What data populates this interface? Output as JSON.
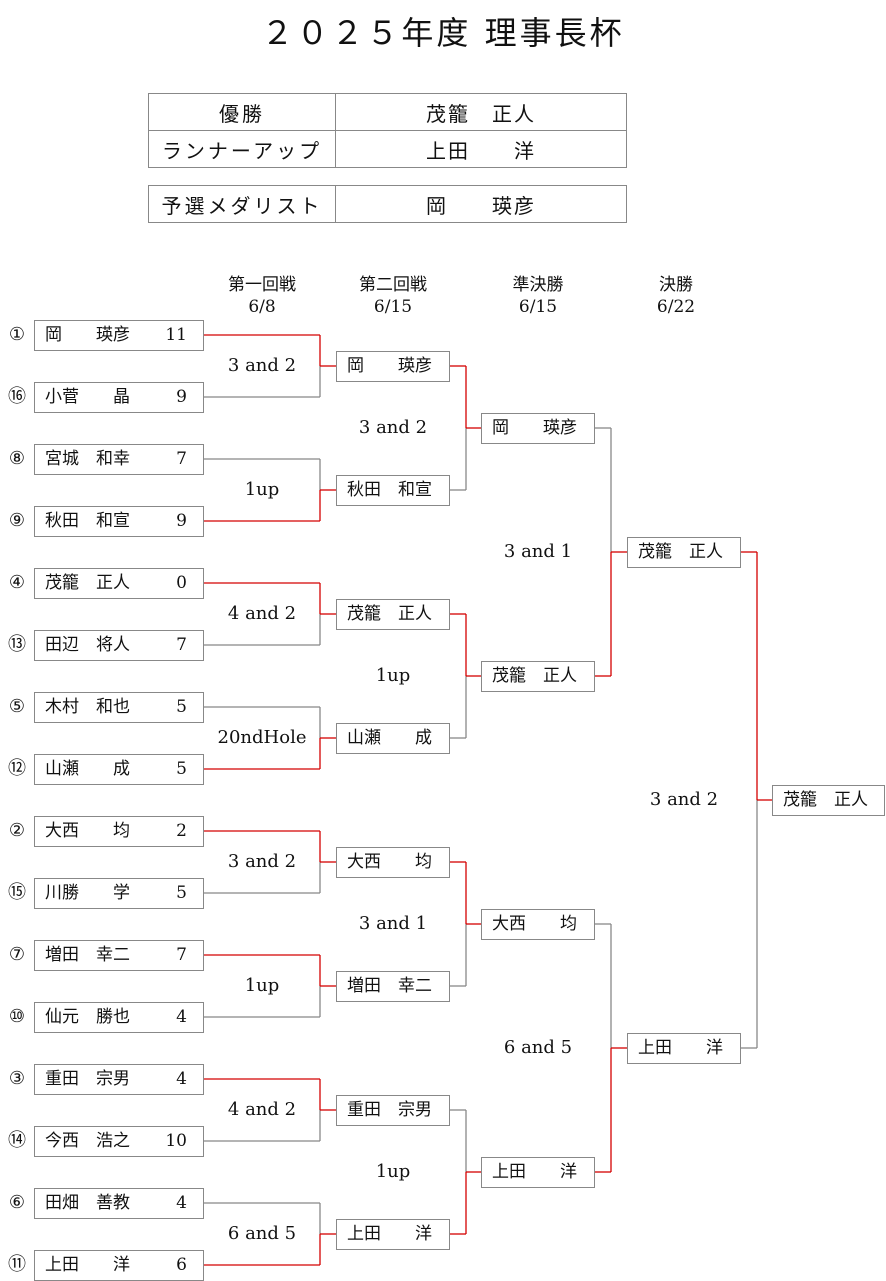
{
  "title": "２０２５年度 理事長杯",
  "results": {
    "winner_label": "優勝",
    "winner": "茂籠　正人",
    "runnerup_label": "ランナーアップ",
    "runnerup": "上田　　洋",
    "medalist_label": "予選メダリスト",
    "medalist": "岡　　瑛彦"
  },
  "rounds": [
    {
      "name": "第一回戦",
      "date": "6/8"
    },
    {
      "name": "第二回戦",
      "date": "6/15"
    },
    {
      "name": "準決勝",
      "date": "6/15"
    },
    {
      "name": "決勝",
      "date": "6/22"
    }
  ],
  "round1": [
    {
      "seed": "①",
      "name": "岡　　瑛彦",
      "score": "11"
    },
    {
      "seed": "⑯",
      "name": "小菅　　晶",
      "score": "9"
    },
    {
      "seed": "⑧",
      "name": "宮城　和幸",
      "score": "7"
    },
    {
      "seed": "⑨",
      "name": "秋田　和宣",
      "score": "9"
    },
    {
      "seed": "④",
      "name": "茂籠　正人",
      "score": "0"
    },
    {
      "seed": "⑬",
      "name": "田辺　将人",
      "score": "7"
    },
    {
      "seed": "⑤",
      "name": "木村　和也",
      "score": "5"
    },
    {
      "seed": "⑫",
      "name": "山瀬　　成",
      "score": "5"
    },
    {
      "seed": "②",
      "name": "大西　　均",
      "score": "2"
    },
    {
      "seed": "⑮",
      "name": "川勝　　学",
      "score": "5"
    },
    {
      "seed": "⑦",
      "name": "増田　幸二",
      "score": "7"
    },
    {
      "seed": "⑩",
      "name": "仙元　勝也",
      "score": "4"
    },
    {
      "seed": "③",
      "name": "重田　宗男",
      "score": "4"
    },
    {
      "seed": "⑭",
      "name": "今西　浩之",
      "score": "10"
    },
    {
      "seed": "⑥",
      "name": "田畑　善教",
      "score": "4"
    },
    {
      "seed": "⑪",
      "name": "上田　　洋",
      "score": "6"
    }
  ],
  "round1_results": [
    "3 and 2",
    "1up",
    "4 and 2",
    "20ndHole",
    "3 and 2",
    "1up",
    "4 and 2",
    "6 and 5"
  ],
  "round2": [
    "岡　　瑛彦",
    "秋田　和宣",
    "茂籠　正人",
    "山瀬　　成",
    "大西　　均",
    "増田　幸二",
    "重田　宗男",
    "上田　　洋"
  ],
  "round2_results": [
    "3 and 2",
    "1up",
    "3 and 1",
    "1up"
  ],
  "semifinal": [
    "岡　　瑛彦",
    "茂籠　正人",
    "大西　　均",
    "上田　　洋"
  ],
  "semifinal_results": [
    "3 and 1",
    "6 and 5"
  ],
  "final": [
    "茂籠　正人",
    "上田　　洋"
  ],
  "final_result": "3 and 2",
  "champion": "茂籠　正人",
  "colors": {
    "win_line": "#d40000",
    "lose_line": "#888888",
    "box_border": "#888888"
  }
}
